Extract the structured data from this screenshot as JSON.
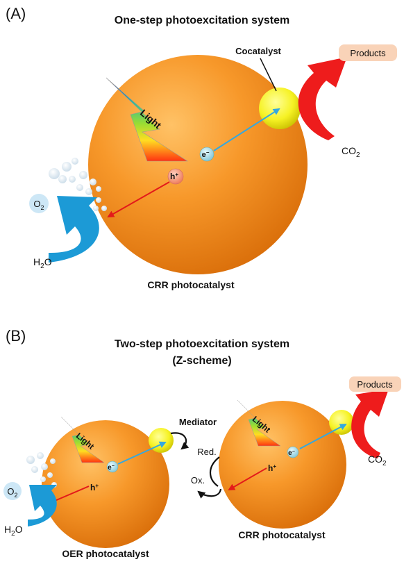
{
  "panel_a": {
    "letter": "(A)",
    "title": "One-step photoexcitation system",
    "cocatalyst": "Cocatalyst",
    "products": "Products",
    "co2": "CO",
    "co2_sub": "2",
    "light": "Light",
    "electron": "e",
    "electron_sup": "−",
    "hole": "h",
    "hole_sup": "+",
    "o2": "O",
    "o2_sub": "2",
    "h2o": "H",
    "h2o_sub": "2",
    "h2o_o": "O",
    "catalyst": "CRR photocatalyst"
  },
  "panel_b": {
    "letter": "(B)",
    "title_line1": "Two-step photoexcitation system",
    "title_line2": "(Z-scheme)",
    "mediator": "Mediator",
    "red": "Red.",
    "ox": "Ox.",
    "products": "Products",
    "co2": "CO",
    "co2_sub": "2",
    "light_left": "Light",
    "light_right": "Light",
    "electron": "e",
    "electron_sup": "−",
    "hole": "h",
    "hole_sup": "+",
    "o2": "O",
    "o2_sub": "2",
    "h2o": "H",
    "h2o_sub": "2",
    "h2o_o": "O",
    "oer_catalyst": "OER photocatalyst",
    "crr_catalyst": "CRR photocatalyst"
  },
  "colors": {
    "sphere": "#f5941f",
    "cocatalyst": "#ffff33",
    "electron_arrow": "#33a8e0",
    "hole_arrow": "#e31a1a",
    "products_arrow": "#ee1c1c",
    "o2_arrow": "#1c9ad6",
    "products_label_bg": "#f9d3b8"
  }
}
